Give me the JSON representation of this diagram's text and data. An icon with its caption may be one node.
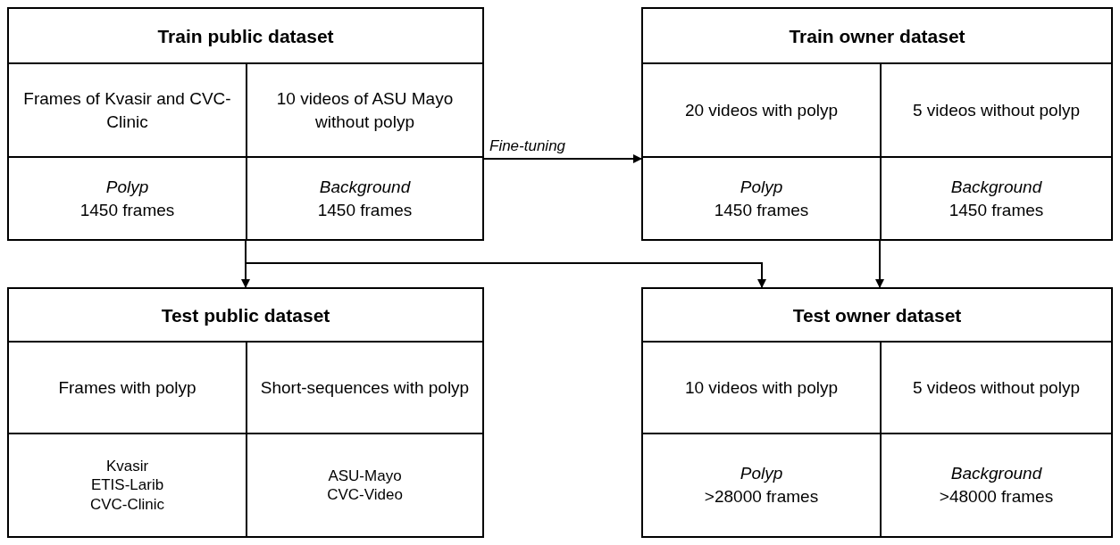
{
  "diagram": {
    "nodes": [
      {
        "text": [
          "Train public dataset"
        ]
      },
      {
        "text": [
          "Frames of Kvasir and CVC-Clinic"
        ],
        "in": 0
      },
      {
        "text": [
          "10 videos of ASU Mayo without polyp"
        ],
        "in": 0
      },
      {
        "text": [
          "Polyp",
          "1450 frames"
        ],
        "in": 0
      },
      {
        "text": [
          "Background",
          "1450 frames"
        ],
        "in": 0
      },
      {
        "text": [
          "Train owner dataset"
        ]
      },
      {
        "text": [
          "20 videos with polyp"
        ],
        "in": 5
      },
      {
        "text": [
          "5 videos without polyp"
        ],
        "in": 5
      },
      {
        "text": [
          "Polyp",
          "1450 frames"
        ],
        "in": 5
      },
      {
        "text": [
          "Background",
          "1450 frames"
        ],
        "in": 5
      },
      {
        "text": [
          "Test public dataset"
        ]
      },
      {
        "text": [
          "Frames with polyp"
        ],
        "in": 10
      },
      {
        "text": [
          "Short-sequences with polyp"
        ],
        "in": 10
      },
      {
        "text": [
          "Kvasir",
          "ETIS-Larib",
          "CVC-Clinic"
        ],
        "in": 10
      },
      {
        "text": [
          "ASU-Mayo",
          "CVC-Video"
        ],
        "in": 10
      },
      {
        "text": [
          "Test owner dataset"
        ]
      },
      {
        "text": [
          "10 videos with polyp"
        ],
        "in": 15
      },
      {
        "text": [
          "5 videos without polyp"
        ],
        "in": 15
      },
      {
        "text": [
          "Polyp",
          ">28000 frames"
        ],
        "in": 15
      },
      {
        "text": [
          "Background",
          ">48000 frames"
        ],
        "in": 15
      }
    ],
    "edges": [
      {
        "from": 0,
        "to": 5,
        "arrow": "to",
        "label": "Fine-tuning"
      },
      {
        "from": 0,
        "to": 10,
        "arrow": "to"
      },
      {
        "from": 0,
        "to": 15,
        "arrow": "to"
      },
      {
        "from": 5,
        "to": 15,
        "arrow": "to"
      }
    ]
  }
}
